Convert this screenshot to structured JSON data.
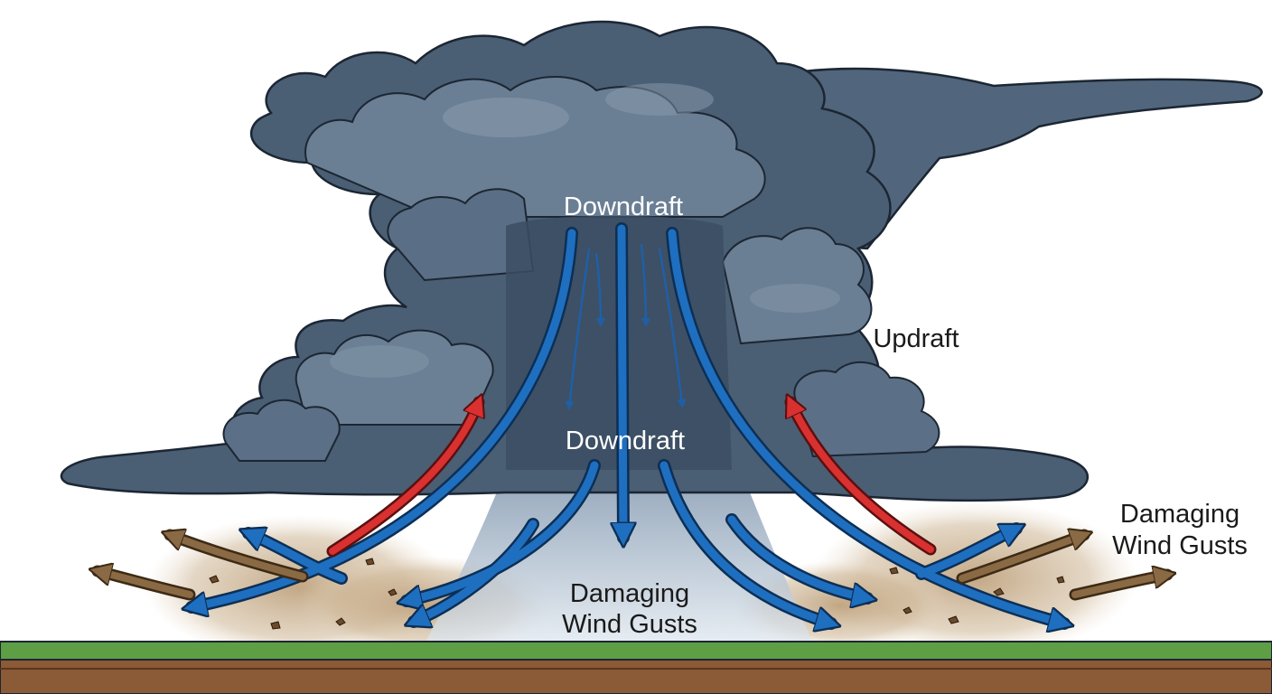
{
  "labels": {
    "downdraft_top": "Downdraft",
    "downdraft_mid": "Downdraft",
    "updraft": "Updraft",
    "gusts_center_line1": "Damaging",
    "gusts_center_line2": "Wind Gusts",
    "gusts_right_line1": "Damaging",
    "gusts_right_line2": "Wind Gusts"
  },
  "colors": {
    "cloud_dark": "#3b4d63",
    "cloud_mid": "#5f7488",
    "cloud_light": "#8a9cad",
    "downdraft_arrow": "#1f6fc0",
    "updraft_arrow": "#d93030",
    "gust_arrow": "#8a6a45",
    "dust": "#c4a882",
    "grass": "#5e9e45",
    "soil": "#8b5a36",
    "label_on_cloud": "#ffffff",
    "label_on_white": "#1a1a1a"
  }
}
